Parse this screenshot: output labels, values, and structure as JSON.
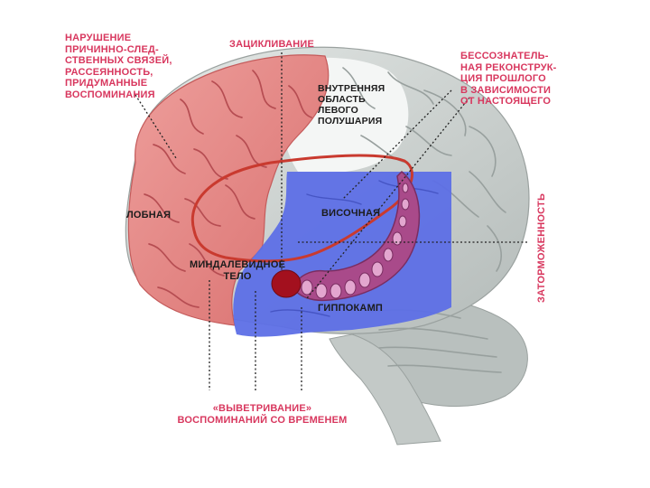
{
  "labels": {
    "frontal_disorder": [
      "НАРУШЕНИЕ",
      "ПРИЧИННО-СЛЕД-",
      "СТВЕННЫХ СВЯЗЕЙ,",
      "РАССЕЯННОСТЬ,",
      "ПРИДУМАННЫЕ",
      "ВОСПОМИНАНИЯ"
    ],
    "looping": "ЗАЦИКЛИВАНИЕ",
    "unconscious_reconstruction": [
      "БЕССОЗНАТЕЛЬ-",
      "НАЯ РЕКОНСТРУК-",
      "ЦИЯ ПРОШЛОГО",
      "В ЗАВИСИМОСТИ",
      "ОТ НАСТОЯЩЕГО"
    ],
    "inner_left_hemisphere": [
      "ВНУТРЕННЯЯ",
      "ОБЛАСТЬ",
      "ЛЕВОГО",
      "ПОЛУШАРИЯ"
    ],
    "frontal": "ЛОБНАЯ",
    "temporal": "ВИСОЧНАЯ",
    "amygdala": [
      "МИНДАЛЕВИДНОЕ",
      "ТЕЛО"
    ],
    "hippocampus": "ГИППОКАМП",
    "inhibition": "ЗАТОРМОЖЕННОСТЬ",
    "fading": [
      "«ВЫВЕТРИВАНИЕ»",
      "ВОСПОМИНАНИЙ СО ВРЕМЕНЕМ"
    ]
  },
  "colors": {
    "frontal_lobe": "#e58c8a",
    "temporal_lobe": "#5d6fe6",
    "brain_gray": "#c9cfcd",
    "hippocampus": "#a94a8a",
    "amygdala": "#a3101e",
    "label_red": "#d8375e"
  }
}
